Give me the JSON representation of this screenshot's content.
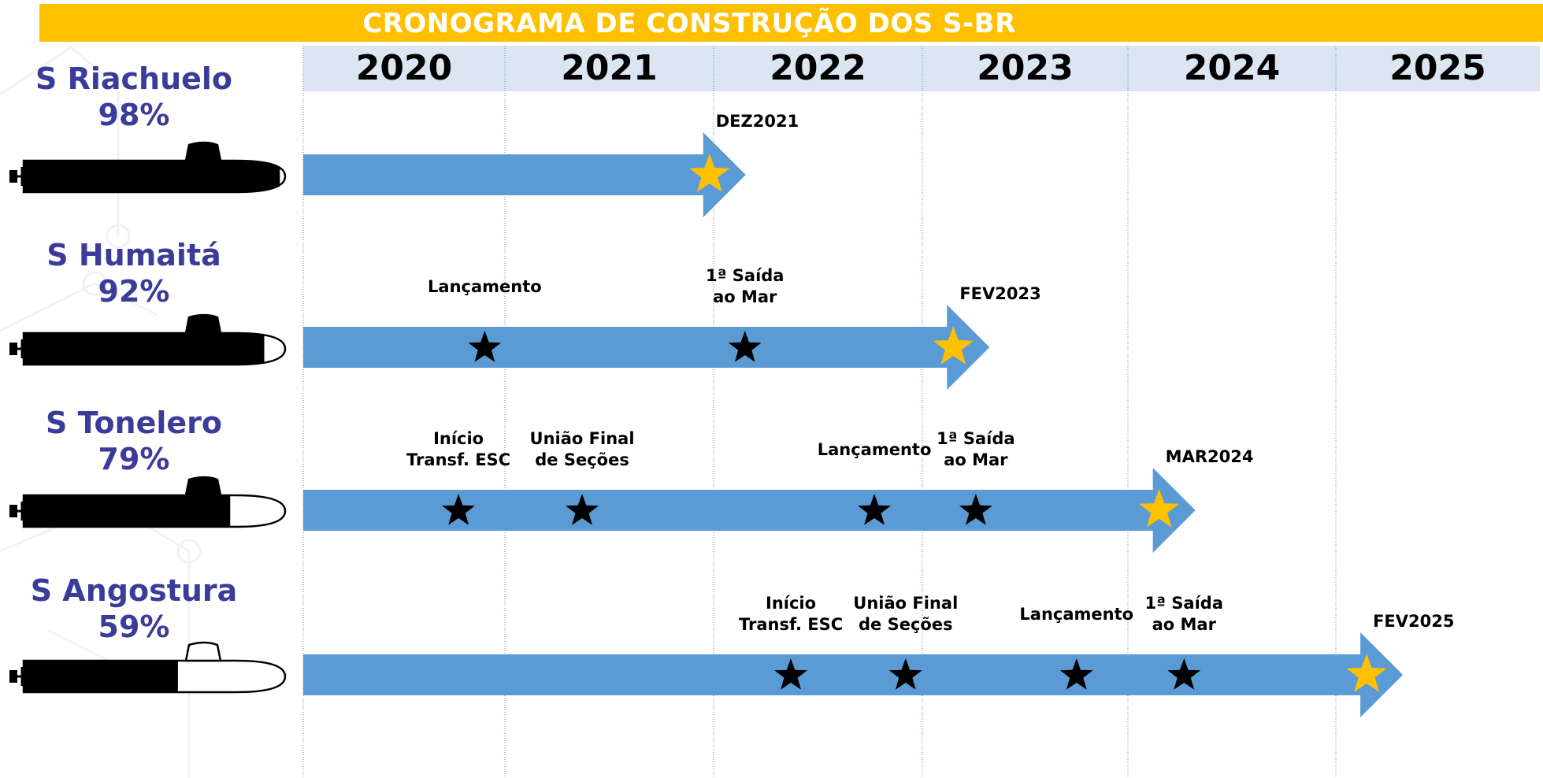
{
  "title": "CRONOGRAMA DE CONSTRUÇÃO DOS S-BR",
  "colors": {
    "title_bar": "#ffc000",
    "arrow": "#5b9bd5",
    "year_header": "#dce6f2",
    "name": "#3b3b9a",
    "final_star": "#ffc000",
    "milestone_star": "#000000",
    "gridline": "#7f9fd0"
  },
  "chart_data": {
    "type": "gantt",
    "title": "CRONOGRAMA DE CONSTRUÇÃO DOS S-BR",
    "years": [
      "2020",
      "2021",
      "2022",
      "2023",
      "2024",
      "2025"
    ],
    "submarines": [
      {
        "name": "S Riachuelo",
        "progress": "98%",
        "progress_value": 0.98,
        "end": 2021.95,
        "end_label": "DEZ2021",
        "milestones": []
      },
      {
        "name": "S Humaitá",
        "progress": "92%",
        "progress_value": 0.92,
        "end": 2023.12,
        "end_label": "FEV2023",
        "milestones": [
          {
            "label": [
              "Lançamento"
            ],
            "date": 2020.9
          },
          {
            "label": [
              "1ª Saída",
              "ao Mar"
            ],
            "date": 2022.15
          }
        ]
      },
      {
        "name": "S Tonelero",
        "progress": "79%",
        "progress_value": 0.79,
        "end": 2024.12,
        "end_label": "MAR2024",
        "milestones": [
          {
            "label": [
              "Início",
              "Transf. ESC"
            ],
            "date": 2020.77
          },
          {
            "label": [
              "União Final",
              "de Seções"
            ],
            "date": 2021.37
          },
          {
            "label": [
              "Lançamento"
            ],
            "date": 2022.77
          },
          {
            "label": [
              "1ª Saída",
              "ao Mar"
            ],
            "date": 2023.26
          }
        ]
      },
      {
        "name": "S Angostura",
        "progress": "59%",
        "progress_value": 0.59,
        "end": 2025.12,
        "end_label": "FEV2025",
        "milestones": [
          {
            "label": [
              "Início",
              "Transf. ESC"
            ],
            "date": 2022.37
          },
          {
            "label": [
              "União Final",
              "de Seções"
            ],
            "date": 2022.92
          },
          {
            "label": [
              "Lançamento"
            ],
            "date": 2023.75
          },
          {
            "label": [
              "1ª Saída",
              "ao Mar"
            ],
            "date": 2024.27
          }
        ]
      }
    ]
  }
}
